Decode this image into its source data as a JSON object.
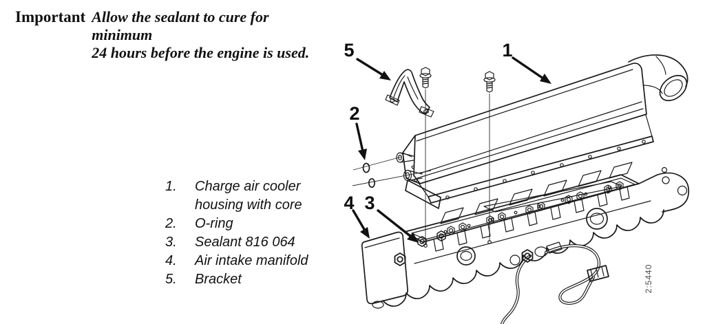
{
  "note": {
    "label": "Important",
    "line1": "Allow the sealant to cure for minimum",
    "line2": "24 hours before the engine is used."
  },
  "parts_list": [
    {
      "num": "1.",
      "label": "Charge air cooler housing with core"
    },
    {
      "num": "2.",
      "label": "O-ring"
    },
    {
      "num": "3.",
      "label": "Sealant 816 064"
    },
    {
      "num": "4.",
      "label": "Air intake manifold"
    },
    {
      "num": "5.",
      "label": "Bracket"
    }
  ],
  "diagram": {
    "figure_number": "2:5440",
    "callouts": [
      {
        "label": "1"
      },
      {
        "label": "2"
      },
      {
        "label": "3"
      },
      {
        "label": "4"
      },
      {
        "label": "5"
      }
    ]
  },
  "colors": {
    "ink": "#1a1a1a",
    "background": "#ffffff",
    "figure_number": "#4a4a4a"
  }
}
